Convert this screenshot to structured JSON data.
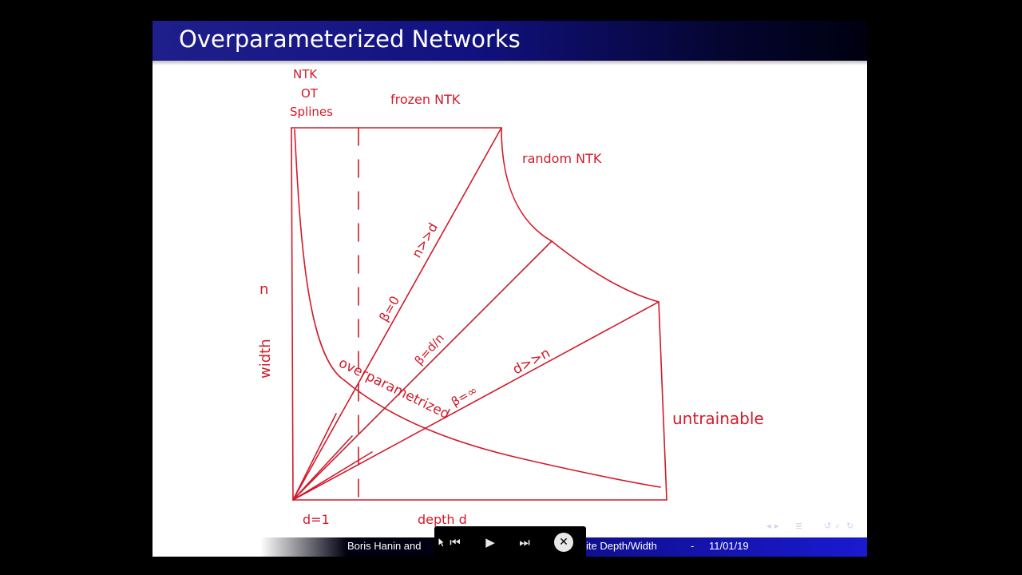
{
  "slide": {
    "title": "Overparameterized Networks"
  },
  "sketch": {
    "labels": {
      "ntk": "NTK",
      "ot": "OT",
      "splines": "Splines",
      "frozen_ntk": "frozen NTK",
      "random_ntk": "random NTK",
      "width_n": "n",
      "width": "width",
      "n_gg_d": "n>>d",
      "beta_0": "β=0",
      "beta_dn": "β=d/n",
      "beta_inf": "β=∞",
      "d_gg_n": "d>>n",
      "overparametrized": "overparametrized",
      "untrainable": "untrainable",
      "d_eq_1": "d=1",
      "depth_d": "depth  d"
    },
    "ink_color": "#d11a2a"
  },
  "footer": {
    "author": "Boris Hanin and",
    "talk": "ite Depth/Width",
    "separator": "-",
    "date": "11/01/19"
  },
  "player": {
    "prev_icon": "⏮",
    "play_icon": "▶",
    "next_icon": "⏭",
    "close_icon": "✕"
  },
  "nav": {
    "left_arrow": "◂",
    "right_arrow": "▸",
    "list_icon": "≣",
    "undo_icon": "↺",
    "search_icon": "⌕",
    "redo_icon": "↻"
  }
}
